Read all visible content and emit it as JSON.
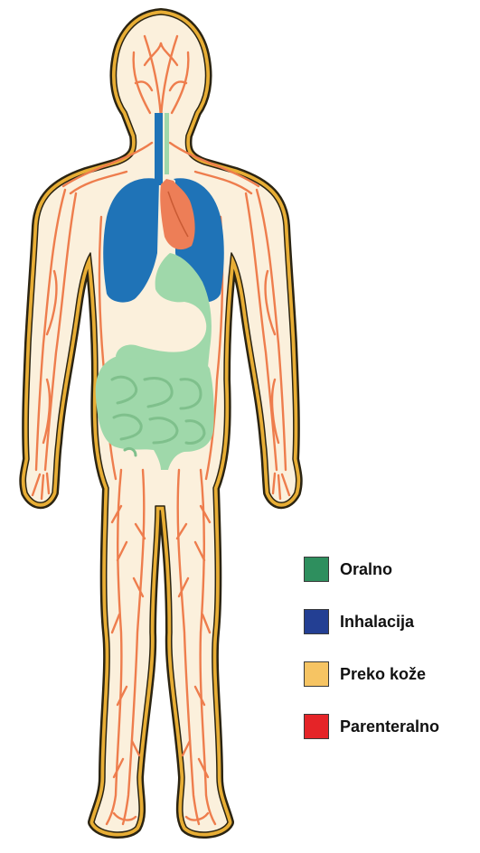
{
  "colors": {
    "skin": "#fbf0dc",
    "outline": "#e8ae35",
    "border": "#2b2412",
    "vessel": "#ee7d4d",
    "lung": "#1f73b7",
    "heart": "#ed7e57",
    "digestive": "#9fd8aa"
  },
  "legend": [
    {
      "label": "Oralno",
      "color": "#2e8f5e"
    },
    {
      "label": "Inhalacija",
      "color": "#233f93"
    },
    {
      "label": "Preko kože",
      "color": "#f6c463"
    },
    {
      "label": "Parenteralno",
      "color": "#e52428"
    }
  ]
}
